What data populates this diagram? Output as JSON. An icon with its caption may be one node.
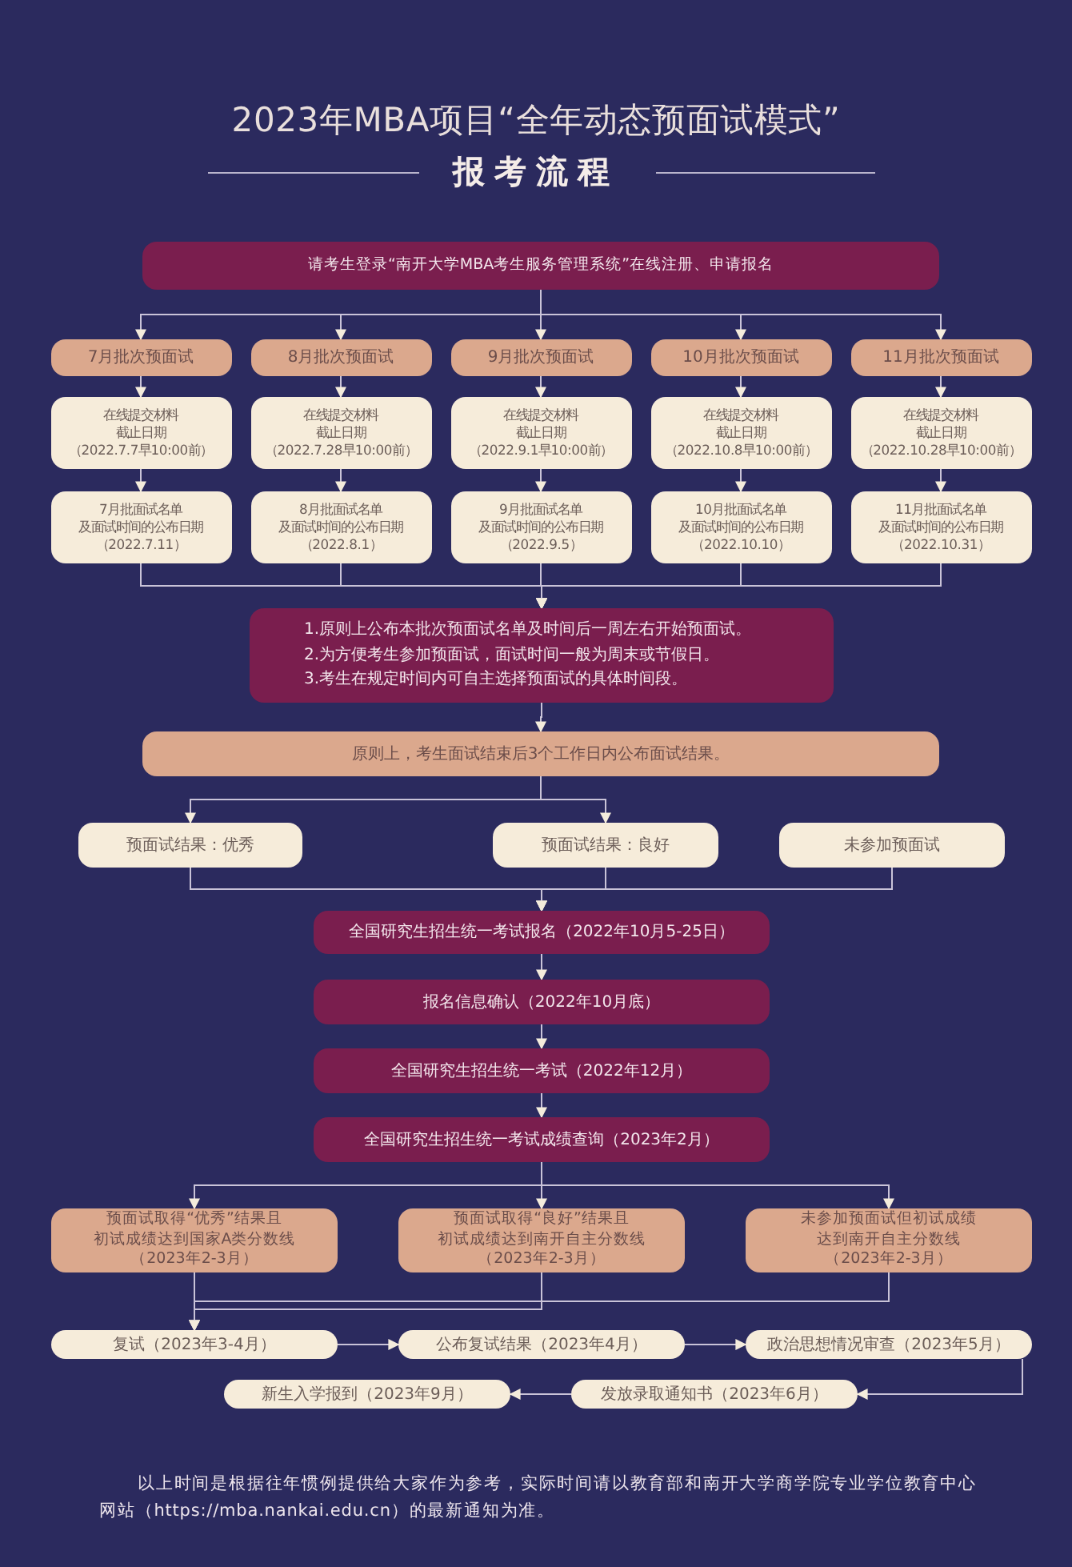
{
  "diagram": {
    "title": "2023年MBA项目“全年动态预面试模式”",
    "nodes": [
      {
        "text": [
          "请考生登录“南开大学MBA考生服务管理系统”在线注册、申请报名"
        ]
      },
      {
        "text": [
          "7月批次预面试"
        ]
      },
      {
        "text": [
          "8月批次预面试"
        ]
      },
      {
        "text": [
          "9月批次预面试"
        ]
      },
      {
        "text": [
          "10月批次预面试"
        ]
      },
      {
        "text": [
          "11月批次预面试"
        ]
      },
      {
        "text": [
          "在线提交材料",
          "截止日期",
          "（2022.7.7早10:00前）"
        ]
      },
      {
        "text": [
          "在线提交材料",
          "截止日期",
          "（2022.7.28早10:00前）"
        ]
      },
      {
        "text": [
          "在线提交材料",
          "截止日期",
          "（2022.9.1早10:00前）"
        ]
      },
      {
        "text": [
          "在线提交材料",
          "截止日期",
          "（2022.10.8早10:00前）"
        ]
      },
      {
        "text": [
          "在线提交材料",
          "截止日期",
          "（2022.10.28早10:00前）"
        ]
      },
      {
        "text": [
          "7月批面试名单",
          "及面试时间的公布日期",
          "（2022.7.11）"
        ]
      },
      {
        "text": [
          "8月批面试名单",
          "及面试时间的公布日期",
          "（2022.8.1）"
        ]
      },
      {
        "text": [
          "9月批面试名单",
          "及面试时间的公布日期",
          "（2022.9.5）"
        ]
      },
      {
        "text": [
          "10月批面试名单",
          "及面试时间的公布日期",
          "（2022.10.10）"
        ]
      },
      {
        "text": [
          "11月批面试名单",
          "及面试时间的公布日期",
          "（2022.10.31）"
        ]
      },
      {
        "text": [
          "1.原则上公布本批次预面试名单及时间后一周左右开始预面试。",
          "2.为方便考生参加预面试，面试时间一般为周末或节假日。",
          "3.考生在规定时间内可自主选择预面试的具体时间段。"
        ]
      },
      {
        "text": [
          "原则上，考生面试结束后3个工作日内公布面试结果。"
        ]
      },
      {
        "text": [
          "预面试结果：优秀"
        ]
      },
      {
        "text": [
          "预面试结果：良好"
        ]
      },
      {
        "text": [
          "未参加预面试"
        ]
      },
      {
        "text": [
          "全国研究生招生统一考试报名（2022年10月5-25日）"
        ]
      },
      {
        "text": [
          "报名信息确认（2022年10月底）"
        ]
      },
      {
        "text": [
          "全国研究生招生统一考试（2022年12月）"
        ]
      },
      {
        "text": [
          "全国研究生招生统一考试成绩查询（2023年2月）"
        ]
      },
      {
        "text": [
          "预面试取得“优秀”结果且",
          "初试成绩达到国家A类分数线",
          "（2023年2-3月）"
        ]
      },
      {
        "text": [
          "预面试取得“良好”结果且",
          "初试成绩达到南开自主分数线",
          "（2023年2-3月）"
        ]
      },
      {
        "text": [
          "未参加预面试但初试成绩",
          "达到南开自主分数线",
          "（2023年2-3月）"
        ]
      },
      {
        "text": [
          "复试（2023年3-4月）"
        ]
      },
      {
        "text": [
          "公布复试结果（2023年4月）"
        ]
      },
      {
        "text": [
          "政治思想情况审查（2023年5月）"
        ]
      },
      {
        "text": [
          "新生入学报到（2023年9月）"
        ]
      },
      {
        "text": [
          "发放录取通知书（2023年6月）"
        ]
      }
    ],
    "edges": [
      {
        "from": 0,
        "to": 1,
        "arrow": "to"
      },
      {
        "from": 0,
        "to": 2,
        "arrow": "to"
      },
      {
        "from": 0,
        "to": 3,
        "arrow": "to"
      },
      {
        "from": 0,
        "to": 4,
        "arrow": "to"
      },
      {
        "from": 0,
        "to": 5,
        "arrow": "to"
      },
      {
        "from": 1,
        "to": 6,
        "arrow": "to"
      },
      {
        "from": 2,
        "to": 7,
        "arrow": "to"
      },
      {
        "from": 3,
        "to": 8,
        "arrow": "to"
      },
      {
        "from": 4,
        "to": 9,
        "arrow": "to"
      },
      {
        "from": 5,
        "to": 10,
        "arrow": "to"
      },
      {
        "from": 6,
        "to": 11,
        "arrow": "to"
      },
      {
        "from": 7,
        "to": 12,
        "arrow": "to"
      },
      {
        "from": 8,
        "to": 13,
        "arrow": "to"
      },
      {
        "from": 9,
        "to": 14,
        "arrow": "to"
      },
      {
        "from": 10,
        "to": 15,
        "arrow": "to"
      },
      {
        "from": 11,
        "to": 16,
        "arrow": "to"
      },
      {
        "from": 12,
        "to": 16,
        "arrow": "to"
      },
      {
        "from": 13,
        "to": 16,
        "arrow": "to"
      },
      {
        "from": 14,
        "to": 16,
        "arrow": "to"
      },
      {
        "from": 15,
        "to": 16,
        "arrow": "to"
      },
      {
        "from": 16,
        "to": 17,
        "arrow": "to"
      },
      {
        "from": 17,
        "to": 18,
        "arrow": "to"
      },
      {
        "from": 17,
        "to": 19,
        "arrow": "to"
      },
      {
        "from": 18,
        "to": 21,
        "arrow": "to"
      },
      {
        "from": 19,
        "to": 21,
        "arrow": "to"
      },
      {
        "from": 20,
        "to": 21,
        "arrow": "to"
      },
      {
        "from": 21,
        "to": 22,
        "arrow": "to"
      },
      {
        "from": 22,
        "to": 23,
        "arrow": "to"
      },
      {
        "from": 23,
        "to": 24,
        "arrow": "to"
      },
      {
        "from": 24,
        "to": 25,
        "arrow": "to"
      },
      {
        "from": 24,
        "to": 26,
        "arrow": "to"
      },
      {
        "from": 24,
        "to": 27,
        "arrow": "to"
      },
      {
        "from": 25,
        "to": 28,
        "arrow": "to"
      },
      {
        "from": 26,
        "to": 28,
        "arrow": "to"
      },
      {
        "from": 27,
        "to": 28,
        "arrow": "to"
      },
      {
        "from": 28,
        "to": 29,
        "arrow": "to"
      },
      {
        "from": 29,
        "to": 30,
        "arrow": "to"
      },
      {
        "from": 30,
        "to": 32,
        "arrow": "to"
      },
      {
        "from": 32,
        "to": 31,
        "arrow": "to"
      }
    ],
    "labels": [
      "报考流程",
      "以上时间是根据往年惯例提供给大家作为参考，实际时间请以教育部和南开大学商学院专业学位教育中心网站（https://mba.nankai.edu.cn）的最新通知为准。"
    ]
  }
}
